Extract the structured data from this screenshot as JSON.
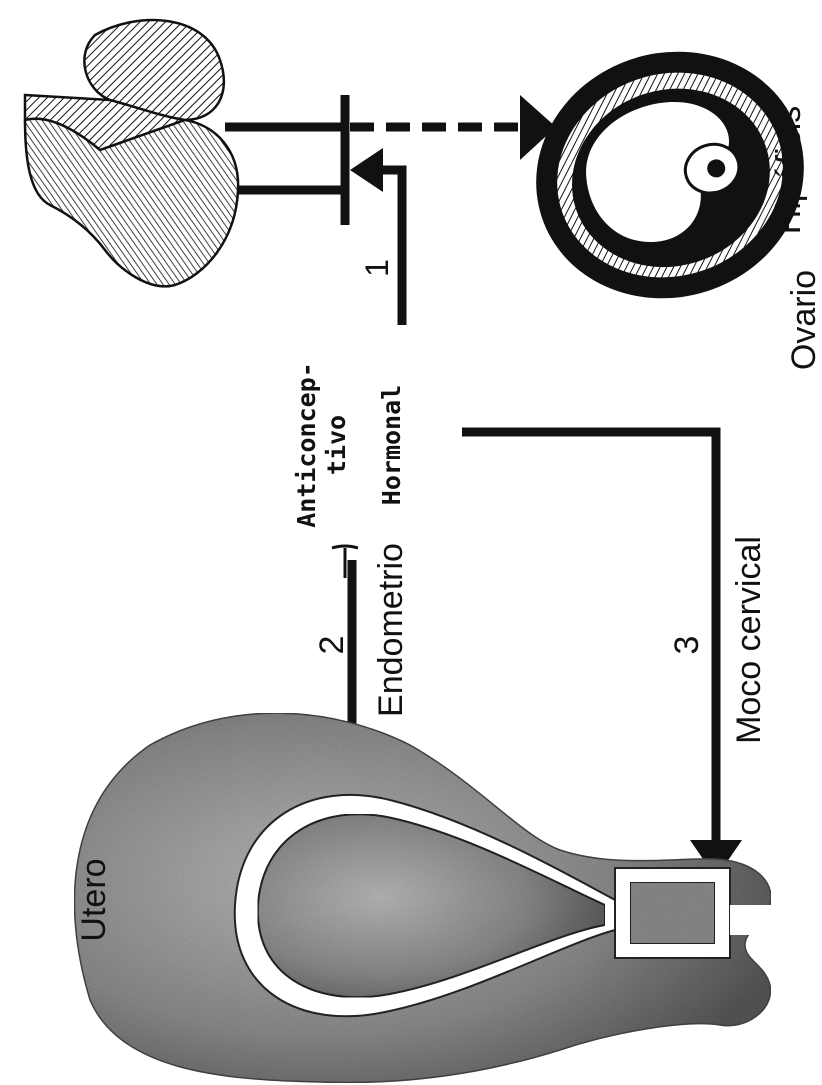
{
  "labels": {
    "pituitary": "Hipófisis",
    "ovary": "Ovario",
    "endometrium": "Endometrio",
    "cervical_mucus": "Moco cervical",
    "uterus": "Utero"
  },
  "contraceptive": {
    "line1": "Anticoncep-",
    "line2": "tivo",
    "line3": "Hormonal"
  },
  "pathways": {
    "p1": "1",
    "p2": "2",
    "p3": "3"
  },
  "colors": {
    "ink": "#111111",
    "paper": "#ffffff",
    "uterus_fill": "#8a8a8a"
  }
}
